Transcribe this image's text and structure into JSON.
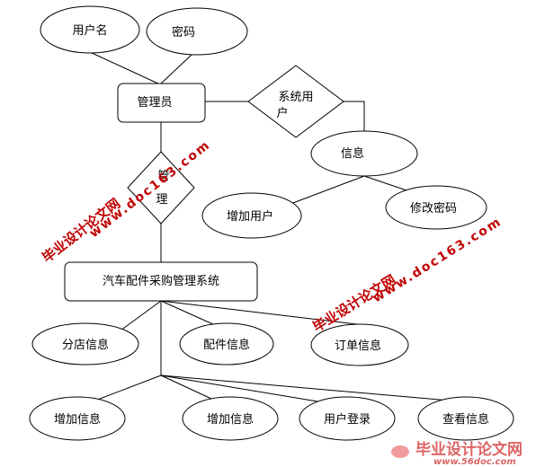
{
  "nodes": {
    "username": "用户名",
    "password": "密码",
    "admin": "管理员",
    "system_user_line1": "系统用",
    "system_user_line2": "户",
    "info": "信息",
    "manage_line1": "管",
    "manage_line2": "理",
    "add_user": "增加用户",
    "change_password": "修改密码",
    "system": "汽车配件采购管理系统",
    "branch_info": "分店信息",
    "parts_info": "配件信息",
    "order_info": "订单信息",
    "add_info_1": "增加信息",
    "add_info_2": "增加信息",
    "user_login": "用户登录",
    "view_info": "查看信息"
  },
  "watermarks": {
    "wm1_cn": "毕业设计论文网",
    "wm1_url": "www.doc163.com",
    "wm2_cn": "毕业设计论文网",
    "wm2_url": "www.doc163.com",
    "footer_cn": "毕业设计论文网",
    "footer_url": "www.56doc.com"
  },
  "colors": {
    "watermark": "#c00000",
    "lines": "#000000",
    "background": "#ffffff"
  }
}
